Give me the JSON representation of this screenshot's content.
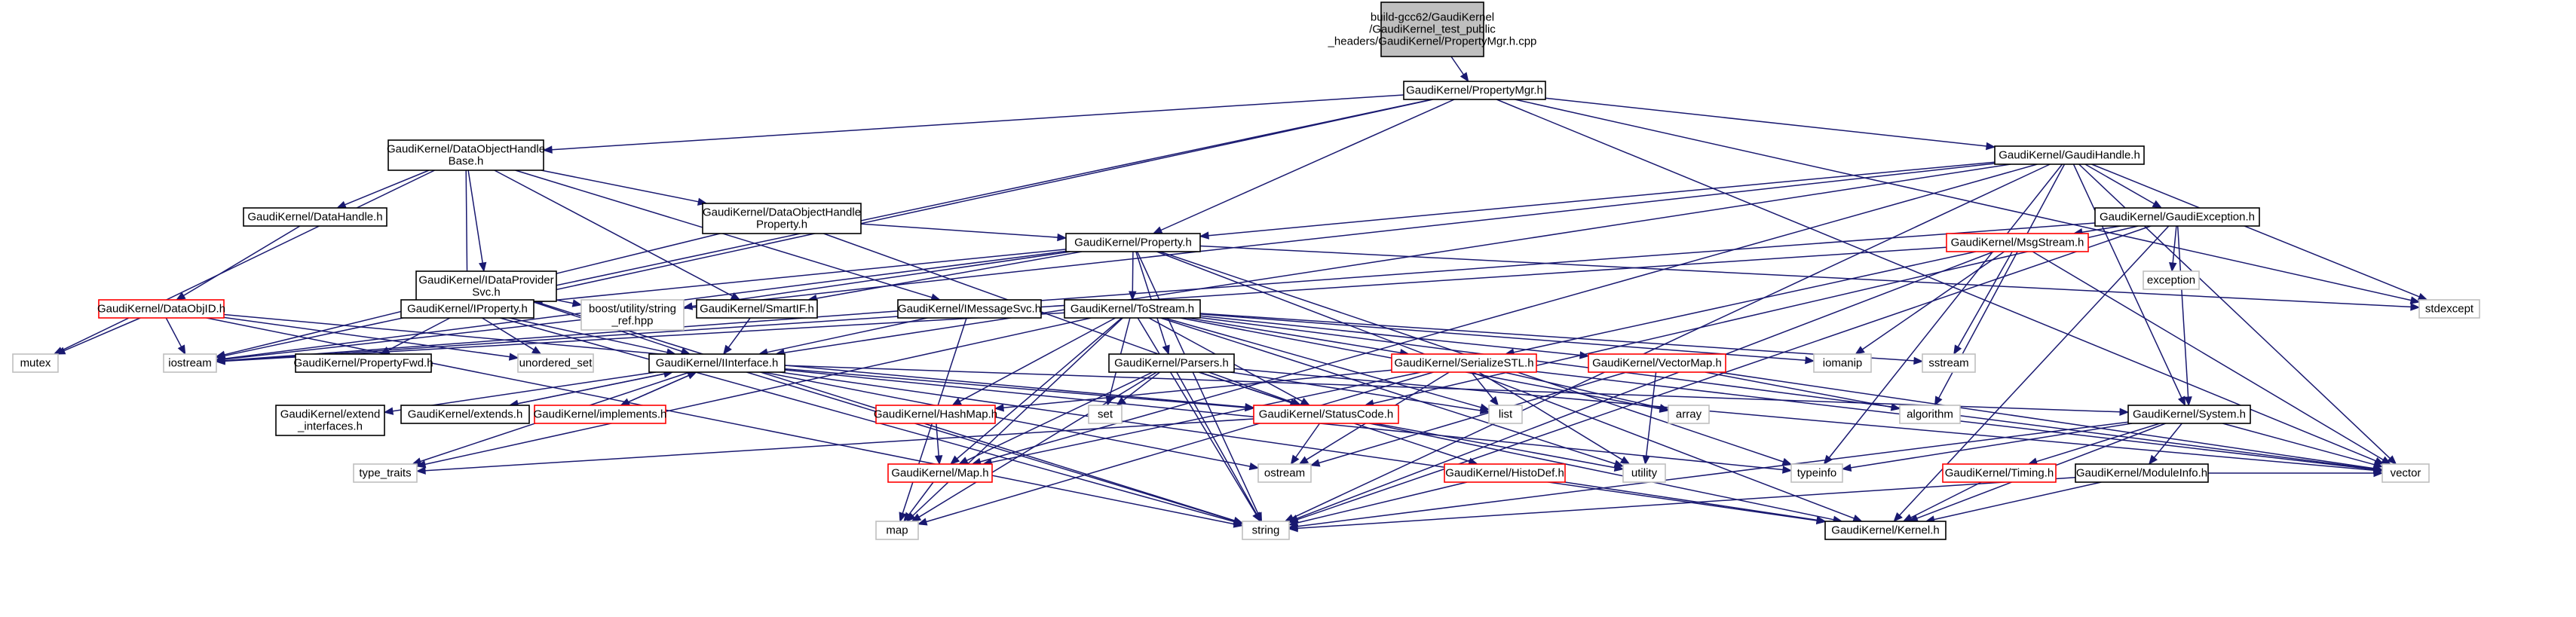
{
  "colors": {
    "black_border": "#000000",
    "red_border": "#ff0000",
    "gray_border": "#bfbfbf",
    "root_fill": "#bfbfbf",
    "edge": "#191970"
  },
  "nodes": [
    {
      "id": "root",
      "lines": [
        "build-gcc62/GaudiKernel",
        "/GaudiKernel_test_public",
        "_headers/GaudiKernel/PropertyMgr.h.cpp"
      ],
      "style": "root"
    },
    {
      "id": "propmgr",
      "lines": [
        "GaudiKernel/PropertyMgr.h"
      ],
      "style": "black"
    },
    {
      "id": "dohbase",
      "lines": [
        "GaudiKernel/DataObjectHandle",
        "Base.h"
      ],
      "style": "black"
    },
    {
      "id": "gaudihandle",
      "lines": [
        "GaudiKernel/GaudiHandle.h"
      ],
      "style": "black"
    },
    {
      "id": "datahandle",
      "lines": [
        "GaudiKernel/DataHandle.h"
      ],
      "style": "black"
    },
    {
      "id": "dohprop",
      "lines": [
        "GaudiKernel/DataObjectHandle",
        "Property.h"
      ],
      "style": "black"
    },
    {
      "id": "gaudiexc",
      "lines": [
        "GaudiKernel/GaudiException.h"
      ],
      "style": "black"
    },
    {
      "id": "idataprov",
      "lines": [
        "GaudiKernel/IDataProvider",
        "Svc.h"
      ],
      "style": "black"
    },
    {
      "id": "property",
      "lines": [
        "GaudiKernel/Property.h"
      ],
      "style": "black"
    },
    {
      "id": "msgstream",
      "lines": [
        "GaudiKernel/MsgStream.h"
      ],
      "style": "red"
    },
    {
      "id": "exception",
      "lines": [
        "exception"
      ],
      "style": "gray"
    },
    {
      "id": "dataobjid",
      "lines": [
        "GaudiKernel/DataObjID.h"
      ],
      "style": "red"
    },
    {
      "id": "iproperty",
      "lines": [
        "GaudiKernel/IProperty.h"
      ],
      "style": "black"
    },
    {
      "id": "boostsref",
      "lines": [
        "boost/utility/string",
        "_ref.hpp"
      ],
      "style": "gray"
    },
    {
      "id": "smartif",
      "lines": [
        "GaudiKernel/SmartIF.h"
      ],
      "style": "black"
    },
    {
      "id": "imsgsvc",
      "lines": [
        "GaudiKernel/IMessageSvc.h"
      ],
      "style": "black"
    },
    {
      "id": "tostream",
      "lines": [
        "GaudiKernel/ToStream.h"
      ],
      "style": "black"
    },
    {
      "id": "stdexcept",
      "lines": [
        "stdexcept"
      ],
      "style": "gray"
    },
    {
      "id": "mutex",
      "lines": [
        "mutex"
      ],
      "style": "gray"
    },
    {
      "id": "iostream",
      "lines": [
        "iostream"
      ],
      "style": "gray"
    },
    {
      "id": "propfwd",
      "lines": [
        "GaudiKernel/PropertyFwd.h"
      ],
      "style": "black"
    },
    {
      "id": "unordset",
      "lines": [
        "unordered_set"
      ],
      "style": "gray"
    },
    {
      "id": "iinterface",
      "lines": [
        "GaudiKernel/IInterface.h"
      ],
      "style": "black"
    },
    {
      "id": "parsers",
      "lines": [
        "GaudiKernel/Parsers.h"
      ],
      "style": "black"
    },
    {
      "id": "serstl",
      "lines": [
        "GaudiKernel/SerializeSTL.h"
      ],
      "style": "red"
    },
    {
      "id": "vectormap",
      "lines": [
        "GaudiKernel/VectorMap.h"
      ],
      "style": "red"
    },
    {
      "id": "iomanip",
      "lines": [
        "iomanip"
      ],
      "style": "gray"
    },
    {
      "id": "sstream",
      "lines": [
        "sstream"
      ],
      "style": "gray"
    },
    {
      "id": "extifaces",
      "lines": [
        "GaudiKernel/extend",
        "_interfaces.h"
      ],
      "style": "black"
    },
    {
      "id": "extends",
      "lines": [
        "GaudiKernel/extends.h"
      ],
      "style": "black"
    },
    {
      "id": "implements",
      "lines": [
        "GaudiKernel/implements.h"
      ],
      "style": "red"
    },
    {
      "id": "hashmap",
      "lines": [
        "GaudiKernel/HashMap.h"
      ],
      "style": "red"
    },
    {
      "id": "set",
      "lines": [
        "set"
      ],
      "style": "gray"
    },
    {
      "id": "statuscode",
      "lines": [
        "GaudiKernel/StatusCode.h"
      ],
      "style": "red"
    },
    {
      "id": "list",
      "lines": [
        "list"
      ],
      "style": "gray"
    },
    {
      "id": "array",
      "lines": [
        "array"
      ],
      "style": "gray"
    },
    {
      "id": "algorithm",
      "lines": [
        "algorithm"
      ],
      "style": "gray"
    },
    {
      "id": "system",
      "lines": [
        "GaudiKernel/System.h"
      ],
      "style": "black"
    },
    {
      "id": "typetraits",
      "lines": [
        "type_traits"
      ],
      "style": "gray"
    },
    {
      "id": "map_h",
      "lines": [
        "GaudiKernel/Map.h"
      ],
      "style": "red"
    },
    {
      "id": "ostream",
      "lines": [
        "ostream"
      ],
      "style": "gray"
    },
    {
      "id": "histodef",
      "lines": [
        "GaudiKernel/HistoDef.h"
      ],
      "style": "red"
    },
    {
      "id": "utility",
      "lines": [
        "utility"
      ],
      "style": "gray"
    },
    {
      "id": "typeinfo",
      "lines": [
        "typeinfo"
      ],
      "style": "gray"
    },
    {
      "id": "timing",
      "lines": [
        "GaudiKernel/Timing.h"
      ],
      "style": "red"
    },
    {
      "id": "moduleinfo",
      "lines": [
        "GaudiKernel/ModuleInfo.h"
      ],
      "style": "black"
    },
    {
      "id": "vector",
      "lines": [
        "vector"
      ],
      "style": "gray"
    },
    {
      "id": "map",
      "lines": [
        "map"
      ],
      "style": "gray"
    },
    {
      "id": "string",
      "lines": [
        "string"
      ],
      "style": "gray"
    },
    {
      "id": "kernel",
      "lines": [
        "GaudiKernel/Kernel.h"
      ],
      "style": "black"
    }
  ],
  "edges": [
    [
      "root",
      "propmgr"
    ],
    [
      "propmgr",
      "dohbase"
    ],
    [
      "propmgr",
      "gaudihandle"
    ],
    [
      "propmgr",
      "property"
    ],
    [
      "propmgr",
      "iproperty"
    ],
    [
      "propmgr",
      "iostream"
    ],
    [
      "propmgr",
      "stdexcept"
    ],
    [
      "propmgr",
      "vector"
    ],
    [
      "dohbase",
      "datahandle"
    ],
    [
      "dohbase",
      "dohprop"
    ],
    [
      "dohbase",
      "idataprov"
    ],
    [
      "dohbase",
      "iproperty"
    ],
    [
      "dohbase",
      "smartif"
    ],
    [
      "dohbase",
      "imsgsvc"
    ],
    [
      "dohbase",
      "mutex"
    ],
    [
      "datahandle",
      "dataobjid"
    ],
    [
      "dohprop",
      "property"
    ],
    [
      "dohprop",
      "statuscode"
    ],
    [
      "dohprop",
      "iostream"
    ],
    [
      "gaudihandle",
      "gaudiexc"
    ],
    [
      "gaudihandle",
      "property"
    ],
    [
      "gaudihandle",
      "iinterface"
    ],
    [
      "gaudihandle",
      "system"
    ],
    [
      "gaudihandle",
      "algorithm"
    ],
    [
      "gaudihandle",
      "string"
    ],
    [
      "gaudihandle",
      "vector"
    ],
    [
      "gaudihandle",
      "stdexcept"
    ],
    [
      "gaudihandle",
      "typeinfo"
    ],
    [
      "gaudihandle",
      "iostream"
    ],
    [
      "gaudihandle",
      "map_h"
    ],
    [
      "gaudiexc",
      "msgstream"
    ],
    [
      "gaudiexc",
      "exception"
    ],
    [
      "gaudiexc",
      "statuscode"
    ],
    [
      "gaudiexc",
      "system"
    ],
    [
      "gaudiexc",
      "kernel"
    ],
    [
      "gaudiexc",
      "string"
    ],
    [
      "gaudiexc",
      "iostream"
    ],
    [
      "idataprov",
      "boostsref"
    ],
    [
      "idataprov",
      "iinterface"
    ],
    [
      "idataprov",
      "string"
    ],
    [
      "property",
      "iproperty"
    ],
    [
      "property",
      "tostream"
    ],
    [
      "property",
      "parsers"
    ],
    [
      "property",
      "smartif"
    ],
    [
      "property",
      "boostsref"
    ],
    [
      "property",
      "stdexcept"
    ],
    [
      "property",
      "string"
    ],
    [
      "property",
      "typeinfo"
    ],
    [
      "property",
      "kernel"
    ],
    [
      "property",
      "iostream"
    ],
    [
      "msgstream",
      "serstl"
    ],
    [
      "msgstream",
      "iomanip"
    ],
    [
      "msgstream",
      "sstream"
    ],
    [
      "msgstream",
      "string"
    ],
    [
      "msgstream",
      "vector"
    ],
    [
      "msgstream",
      "iostream"
    ],
    [
      "dataobjid",
      "mutex"
    ],
    [
      "dataobjid",
      "iostream"
    ],
    [
      "dataobjid",
      "unordset"
    ],
    [
      "dataobjid",
      "string"
    ],
    [
      "dataobjid",
      "statuscode"
    ],
    [
      "iproperty",
      "propfwd"
    ],
    [
      "iproperty",
      "iinterface"
    ],
    [
      "iproperty",
      "string"
    ],
    [
      "iproperty",
      "unordset"
    ],
    [
      "smartif",
      "iinterface"
    ],
    [
      "imsgsvc",
      "iinterface"
    ],
    [
      "imsgsvc",
      "map"
    ],
    [
      "tostream",
      "iostream"
    ],
    [
      "tostream",
      "serstl"
    ],
    [
      "tostream",
      "vectormap"
    ],
    [
      "tostream",
      "map_h"
    ],
    [
      "tostream",
      "hashmap"
    ],
    [
      "tostream",
      "set"
    ],
    [
      "tostream",
      "list"
    ],
    [
      "tostream",
      "string"
    ],
    [
      "tostream",
      "array"
    ],
    [
      "tostream",
      "iomanip"
    ],
    [
      "tostream",
      "sstream"
    ],
    [
      "tostream",
      "typetraits"
    ],
    [
      "tostream",
      "utility"
    ],
    [
      "tostream",
      "vector"
    ],
    [
      "tostream",
      "map"
    ],
    [
      "tostream",
      "statuscode"
    ],
    [
      "parsers",
      "histodef"
    ],
    [
      "parsers",
      "map_h"
    ],
    [
      "parsers",
      "statuscode"
    ],
    [
      "parsers",
      "set"
    ],
    [
      "parsers",
      "list"
    ],
    [
      "parsers",
      "string"
    ],
    [
      "parsers",
      "vector"
    ],
    [
      "parsers",
      "map"
    ],
    [
      "serstl",
      "hashmap"
    ],
    [
      "serstl",
      "map_h"
    ],
    [
      "serstl",
      "list"
    ],
    [
      "serstl",
      "array"
    ],
    [
      "serstl",
      "utility"
    ],
    [
      "serstl",
      "ostream"
    ],
    [
      "serstl",
      "vector"
    ],
    [
      "serstl",
      "map"
    ],
    [
      "vectormap",
      "algorithm"
    ],
    [
      "vectormap",
      "utility"
    ],
    [
      "vectormap",
      "ostream"
    ],
    [
      "vectormap",
      "vector"
    ],
    [
      "iinterface",
      "extifaces"
    ],
    [
      "iinterface",
      "extends"
    ],
    [
      "iinterface",
      "implements"
    ],
    [
      "iinterface",
      "statuscode"
    ],
    [
      "iinterface",
      "system"
    ],
    [
      "iinterface",
      "kernel"
    ],
    [
      "iinterface",
      "typetraits"
    ],
    [
      "iinterface",
      "ostream"
    ],
    [
      "iinterface",
      "string"
    ],
    [
      "iinterface",
      "typeinfo"
    ],
    [
      "extends",
      "iinterface"
    ],
    [
      "implements",
      "iinterface"
    ],
    [
      "hashmap",
      "map_h"
    ],
    [
      "map_h",
      "map"
    ],
    [
      "statuscode",
      "ostream"
    ],
    [
      "statuscode",
      "utility"
    ],
    [
      "statuscode",
      "kernel"
    ],
    [
      "statuscode",
      "typetraits"
    ],
    [
      "histodef",
      "kernel"
    ],
    [
      "histodef",
      "string"
    ],
    [
      "system",
      "timing"
    ],
    [
      "system",
      "moduleinfo"
    ],
    [
      "system",
      "kernel"
    ],
    [
      "system",
      "string"
    ],
    [
      "system",
      "vector"
    ],
    [
      "system",
      "typeinfo"
    ],
    [
      "timing",
      "kernel"
    ],
    [
      "moduleinfo",
      "kernel"
    ],
    [
      "moduleinfo",
      "string"
    ],
    [
      "moduleinfo",
      "vector"
    ]
  ]
}
